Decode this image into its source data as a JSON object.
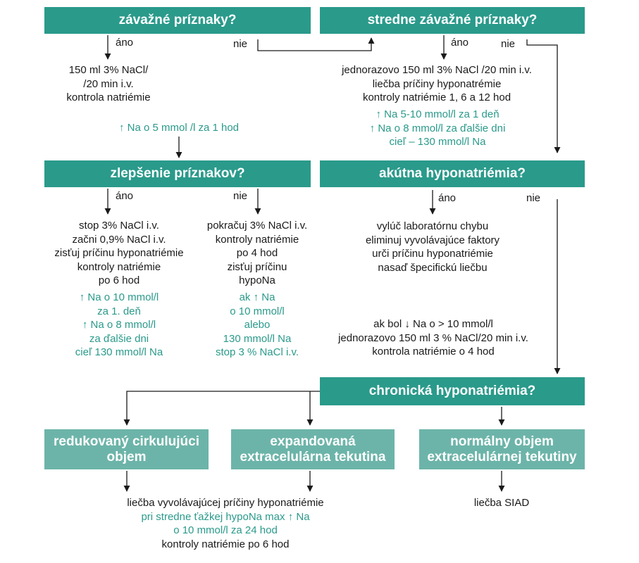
{
  "boxes": {
    "severe": "závažné príznaky?",
    "moderate": "stredne závažné príznaky?",
    "improvement": "zlepšenie príznakov?",
    "acute": "akútna hyponatriémia?",
    "chronic": "chronická hyponatriémia?",
    "reduced": [
      "redukovaný cirkulujúci",
      "objem"
    ],
    "expanded": [
      "expandovaná",
      "extracelulárna tekutina"
    ],
    "normal": [
      "normálny objem",
      "extracelulárnej tekutiny"
    ]
  },
  "labels": {
    "yes": "áno",
    "no": "nie"
  },
  "texts": {
    "severe_yes": [
      "150 ml 3% NaCl/",
      "/20 min i.v.",
      "kontrola natriémie"
    ],
    "severe_target": "↑ Na o 5 mmol /l za 1 hod",
    "moderate_yes": [
      "jednorazovo 150 ml 3% NaCl /20 min i.v.",
      "liečba príčiny hyponatrémie",
      "kontroly natriémie 1, 6 a 12 hod"
    ],
    "moderate_target": [
      "↑ Na 5-10 mmol/l za 1 deň",
      "↑ Na o 8 mmol/l za ďalšie dni",
      "cieľ – 130 mmol/l Na"
    ],
    "improve_yes": [
      "stop 3% NaCl i.v.",
      "začni 0,9% NaCl i.v.",
      "zisťuj príčinu hyponatriémie",
      "kontroly natriémie",
      "po 6 hod"
    ],
    "improve_yes_target": [
      "↑ Na o 10 mmol/l",
      "za 1. deň",
      "↑ Na o 8 mmol/l",
      "za ďalšie dni",
      "cieľ 130 mmol/l Na"
    ],
    "improve_no": [
      "pokračuj 3% NaCl i.v.",
      "kontroly natriémie",
      "po 4 hod",
      "zisťuj príčinu",
      "hypoNa"
    ],
    "improve_no_target": [
      "ak ↑ Na",
      "o 10 mmol/l",
      "alebo",
      "130 mmol/l Na",
      "stop 3 % NaCl i.v."
    ],
    "acute_yes": [
      "vylúč laboratórnu chybu",
      "eliminuj vyvolávajúce faktory",
      "urči príčinu hyponatriémie",
      "nasaď špecifickú liečbu"
    ],
    "acute_drop": [
      "ak bol ↓ Na o > 10 mmol/l",
      "jednorazovo 150 ml 3 % NaCl/20 min i.v.",
      "kontrola natriémie o 4 hod"
    ],
    "bottom_left": [
      "liečba vyvolávajúcej príčiny hyponatriémie",
      "pri stredne ťažkej hypoNa max ↑ Na",
      "o 10 mmol/l za 24 hod",
      "kontroly natriémie po 6 hod"
    ],
    "bottom_right": "liečba SIAD"
  },
  "colors": {
    "box_dark": "#2a9a8b",
    "box_light": "#6cb4a9",
    "teal_text": "#2a9a8b",
    "text": "#1a1a1a"
  }
}
